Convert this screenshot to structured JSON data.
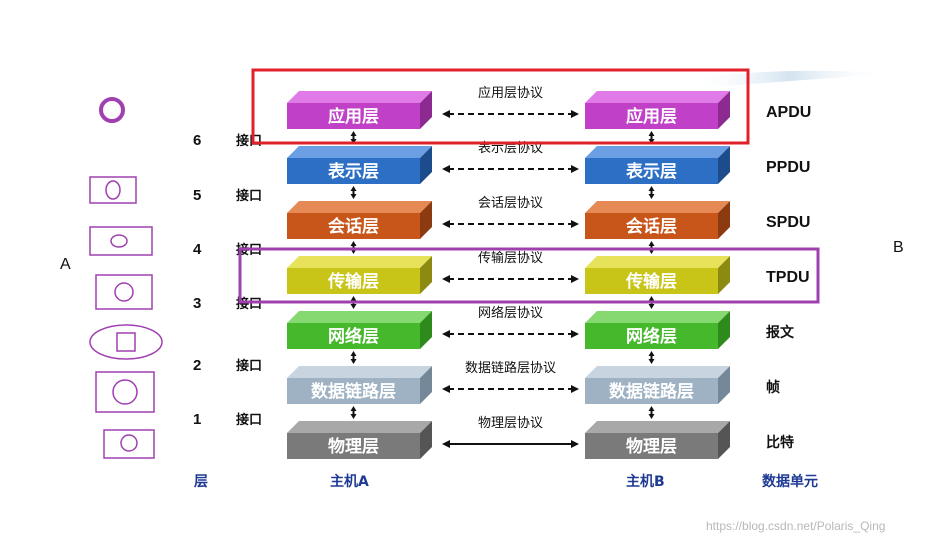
{
  "side_labels": {
    "left": "A",
    "right": "B"
  },
  "host_a": "主机A",
  "host_b": "主机B",
  "footer_layer": "层",
  "footer_units": "数据单元",
  "watermark": "https://blog.csdn.net/Polaris_Qing",
  "layers": [
    {
      "name": "应用层",
      "protocol": "应用层协议",
      "unit": "APDU",
      "color": "#c040c8",
      "top": "#e07ae6",
      "side": "#8c2a92"
    },
    {
      "name": "表示层",
      "protocol": "表示层协议",
      "unit": "PPDU",
      "color": "#2e6fc6",
      "top": "#6b9ee2",
      "side": "#1d4c8c"
    },
    {
      "name": "会话层",
      "protocol": "会话层协议",
      "unit": "SPDU",
      "color": "#c8561a",
      "top": "#e68a55",
      "side": "#8c3a10"
    },
    {
      "name": "传输层",
      "protocol": "传输层协议",
      "unit": "TPDU",
      "color": "#c8c418",
      "top": "#e6e25a",
      "side": "#8c8a10"
    },
    {
      "name": "网络层",
      "protocol": "网络层协议",
      "unit": "报文",
      "color": "#46b82c",
      "top": "#86d870",
      "side": "#2f8a1c"
    },
    {
      "name": "数据链路层",
      "protocol": "数据链路层协议",
      "unit": "帧",
      "color": "#9fb2c4",
      "top": "#c8d4e0",
      "side": "#74889a"
    },
    {
      "name": "物理层",
      "protocol": "物理层协议",
      "unit": "比特",
      "color": "#7a7a7a",
      "top": "#a8a8a8",
      "side": "#555555"
    }
  ],
  "interfaces": [
    {
      "num": "6",
      "label": "接口"
    },
    {
      "num": "5",
      "label": "接口"
    },
    {
      "num": "4",
      "label": "接口"
    },
    {
      "num": "3",
      "label": "接口"
    },
    {
      "num": "2",
      "label": "接口"
    },
    {
      "num": "1",
      "label": "接口"
    }
  ],
  "highlight_colors": {
    "application": "#e0202a",
    "transport": "#a040b0"
  }
}
